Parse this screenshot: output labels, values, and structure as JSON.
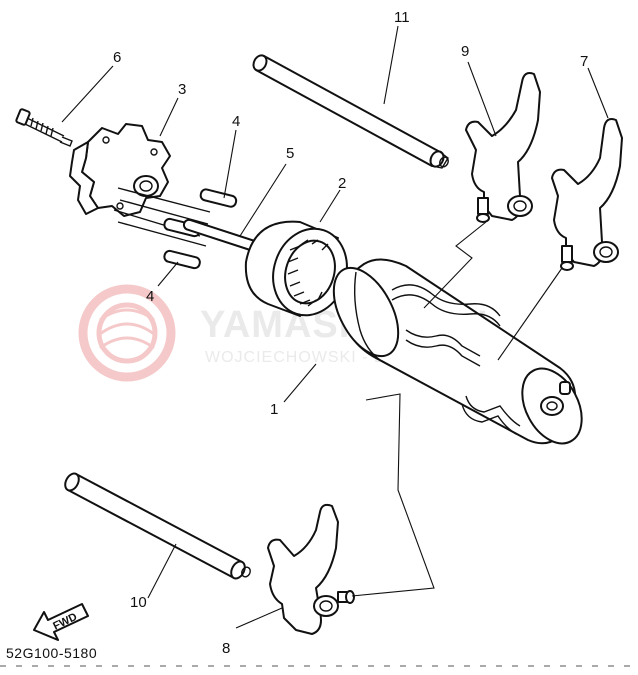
{
  "diagram": {
    "callouts": {
      "p1": "1",
      "p2": "2",
      "p3": "3",
      "p4a": "4",
      "p4b": "4",
      "p5": "5",
      "p6": "6",
      "p7": "7",
      "p8": "8",
      "p9": "9",
      "p10": "10",
      "p11": "11"
    },
    "fwd_label": "FWD",
    "part_code": "52G100-5180"
  },
  "watermark": {
    "brand": "YAMASKLEP.PL",
    "subtitle": "WOJCIECHOWSKI - DEALER YAMAHA",
    "color": "#e06060"
  }
}
